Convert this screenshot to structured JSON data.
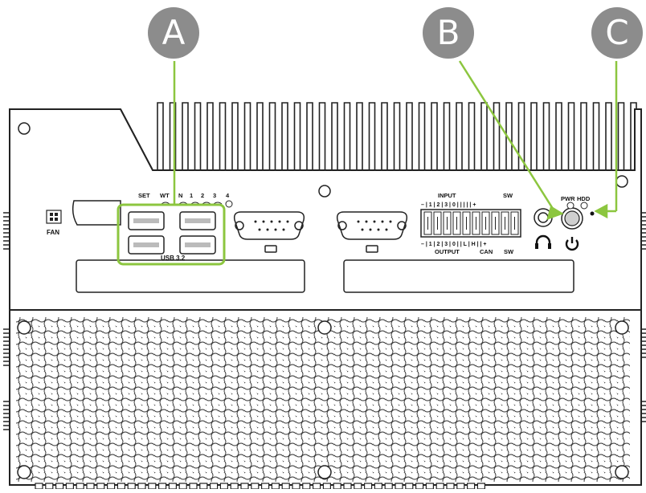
{
  "callouts": {
    "a": "A",
    "b": "B",
    "c": "C"
  },
  "panel": {
    "fan_label": "FAN",
    "led_labels": {
      "set": "SET",
      "wt": "WT",
      "n": "N",
      "c1": "1",
      "c2": "2",
      "c3": "3",
      "c4": "4"
    },
    "usb_label": "USB 3.2",
    "terminal": {
      "input_label": "INPUT",
      "output_label": "OUTPUT",
      "sw_top": "SW",
      "sw_bottom": "SW",
      "can_label": "CAN",
      "top_pins": "– | 1 | 2 | 3 | 0 |  |  |  |  | +",
      "bottom_pins": "– | 1 | 2 | 3 | 0 |  | L | H |  | +"
    },
    "pwr_label": "PWR",
    "hdd_label": "HDD"
  },
  "colors": {
    "accent": "#8cc63f",
    "callout": "#8c8c8c",
    "line": "#222222"
  },
  "icons": {
    "headphone": "headphone-icon",
    "power": "power-icon"
  }
}
